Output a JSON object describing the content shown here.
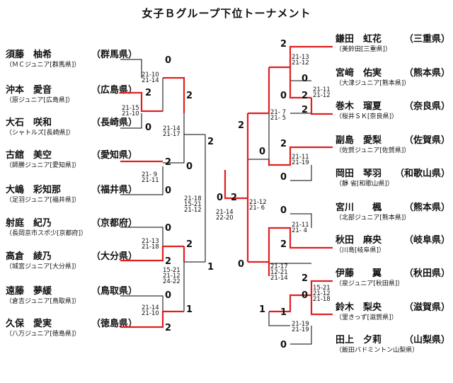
{
  "title": "女子Ｂグループ下位トーナメント",
  "left_players": [
    {
      "name": "須藤　柚希",
      "pref": "（群馬県）",
      "club": "（ＭＣジュニア[群馬県]）"
    },
    {
      "name": "沖本　愛音",
      "pref": "（広島県）",
      "club": "（原ジュニア[広島県]）"
    },
    {
      "name": "大石　咲和",
      "pref": "（長崎県）",
      "club": "（シャトルズ[長崎県]）"
    },
    {
      "name": "古舘　美空",
      "pref": "（愛知県）",
      "club": "（師勝ジュニア[愛知県]）"
    },
    {
      "name": "大嶋　彩知那",
      "pref": "（福井県）",
      "club": "（足羽ジュニア[福井県]）"
    },
    {
      "name": "射庭　紀乃",
      "pref": "（京都府）",
      "club": "（長岡京市スポ少[京都府]）"
    },
    {
      "name": "高倉　綾乃",
      "pref": "（大分県）",
      "club": "（城宮ジュニア[大分県]）"
    },
    {
      "name": "遠藤　夢緩",
      "pref": "（鳥取県）",
      "club": "（倉吉ジュニア[鳥取県]）"
    },
    {
      "name": "久保　愛実",
      "pref": "（徳島県）",
      "club": "（八万ジュニア[徳島県]）"
    }
  ],
  "right_players": [
    {
      "name": "鎌田　虹花",
      "pref": "（三重県）",
      "club": "（美鈴田[三重県]）"
    },
    {
      "name": "宮﨑　佑実",
      "pref": "（熊本県）",
      "club": "（大津ジュニア[熊本県]）"
    },
    {
      "name": "巻木　瑠夏",
      "pref": "（奈良県）",
      "club": "（桜井ＳＫ[奈良県]）"
    },
    {
      "name": "副島　愛梨",
      "pref": "（佐賀県）",
      "club": "（佐賀ジュニア[佐賀県]）"
    },
    {
      "name": "岡田　琴羽",
      "pref": "（和歌山県）",
      "club": "（靜 省[和歌山県]）"
    },
    {
      "name": "宮川　　楓",
      "pref": "（熊本県）",
      "club": "（北部ジュニア[熊本県]）"
    },
    {
      "name": "秋田　麻央",
      "pref": "（岐阜県）",
      "club": "（川島[岐阜県]）"
    },
    {
      "name": "伊藤　　翼",
      "pref": "（秋田県）",
      "club": "（泉ジュニア[秋田県]）"
    },
    {
      "name": "鈴木　梨央",
      "pref": "（滋賀県）",
      "club": "（里きっず[滋賀県]）"
    },
    {
      "name": "田上　夕莉",
      "pref": "（山梨県）",
      "club": "（飯田バドミントン山梨県）"
    }
  ],
  "scores": [
    {
      "text": "21-10\n21-14"
    },
    {
      "text": "21-15\n21-10"
    },
    {
      "text": "21-14\n21-17"
    },
    {
      "text": "21- 9\n21-11"
    },
    {
      "text": "21-13\n21-18"
    },
    {
      "text": "15-21\n21-12\n24-22"
    },
    {
      "text": "21-14\n21-10"
    },
    {
      "text": "21-18\n15-21\n21-12"
    },
    {
      "text": "21-14\n22-20"
    },
    {
      "text": "21-12\n21- 6"
    },
    {
      "text": "21-13\n21-12"
    },
    {
      "text": "21-11\n21-12"
    },
    {
      "text": "21- 7\n21- 5"
    },
    {
      "text": "21-11\n21-19"
    },
    {
      "text": "21-11\n21- 4"
    },
    {
      "text": "21-17\n12-21\n21-14"
    },
    {
      "text": "15-21\n21-12\n21-18"
    },
    {
      "text": "21-19\n21-19"
    }
  ],
  "game_counts": {
    "l0": "0",
    "l1": "2",
    "l2": "0",
    "l3": "2",
    "l4": "0",
    "l5": "2",
    "l6": "0",
    "l7": "2",
    "l8": "0",
    "l9": "2",
    "l10": "2",
    "l11": "0",
    "l12": "2",
    "l13": "1",
    "l14": "1",
    "l15": "2",
    "fl": "0",
    "fr": "2",
    "r0": "2",
    "r1": "0",
    "r2": "2",
    "r3": "2",
    "r4": "0",
    "r5": "0",
    "r6": "2",
    "r7": "0",
    "r8": "0",
    "r9": "2",
    "r10": "2",
    "r11": "0",
    "r12": "0",
    "r13": "1",
    "r14": "2",
    "r15": "1",
    "r16": "0"
  }
}
